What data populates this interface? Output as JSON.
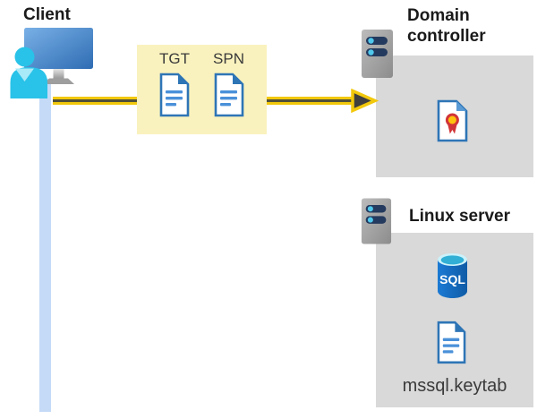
{
  "client": {
    "label": "Client"
  },
  "ticket_box": {
    "tickets": [
      {
        "label": "TGT",
        "icon": "document-icon"
      },
      {
        "label": "SPN",
        "icon": "document-icon"
      }
    ]
  },
  "domain_controller": {
    "label": "Domain controller",
    "icons": [
      "server-icon",
      "certificate-icon"
    ]
  },
  "linux_server": {
    "label": "Linux server",
    "database_label": "SQL",
    "keytab_label": "mssql.keytab",
    "icons": [
      "server-icon",
      "sql-database-icon",
      "document-icon"
    ]
  },
  "colors": {
    "ticket_box_bg": "#f9f2be",
    "panel_bg": "#d9d9d9",
    "arrow_gold": "#f2c80c",
    "arrow_core": "#50503a",
    "client_bar_blue": "#c4daf7",
    "doc_border_blue": "#2e75b6",
    "doc_line_blue": "#4a90d9",
    "person_cyan": "#29c2e8",
    "monitor_blue": "#2e6cb3",
    "server_pill_navy": "#243a5e",
    "server_dot_cyan": "#4fc8ec",
    "sql_body_blue": "#1568be",
    "sql_top_teal": "#31afd4",
    "cert_red": "#d13438",
    "cert_gold": "#ffc20e",
    "title_text": "#1a1a1a",
    "secondary_text": "#3b3b3b"
  }
}
